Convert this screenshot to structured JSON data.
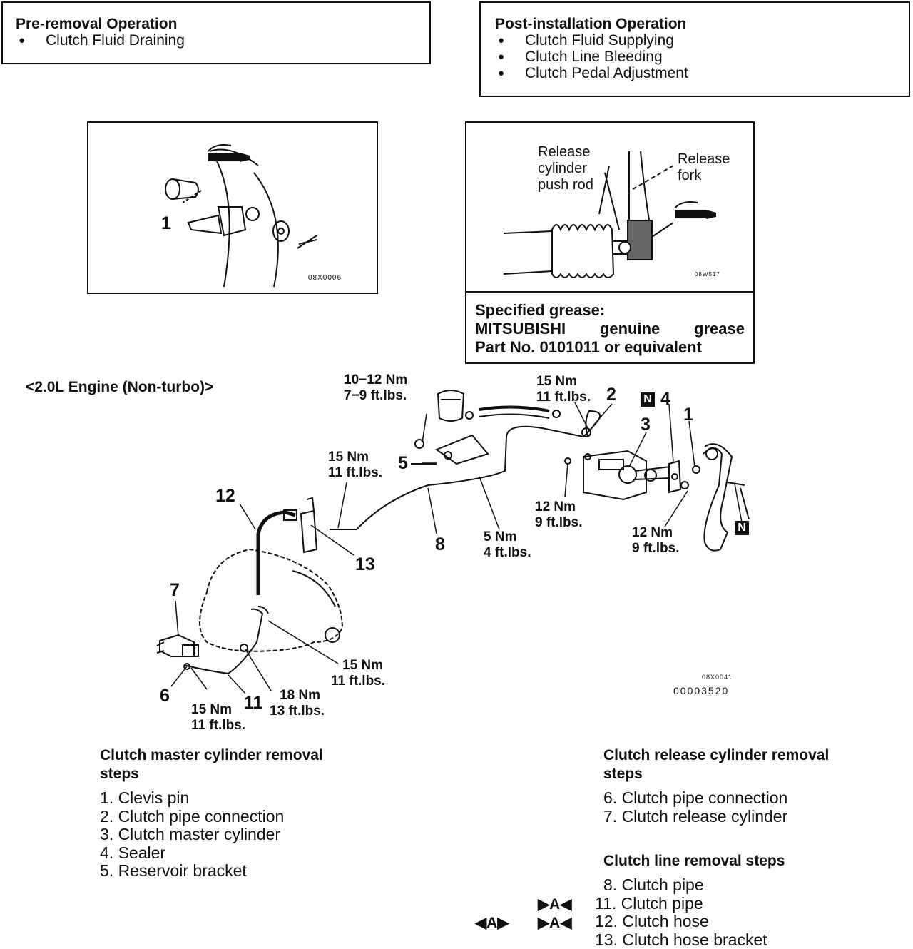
{
  "pre_removal": {
    "title": "Pre-removal Operation",
    "items": [
      "Clutch Fluid Draining"
    ]
  },
  "post_installation": {
    "title": "Post-installation Operation",
    "items": [
      "Clutch Fluid Supplying",
      "Clutch Line Bleeding",
      "Clutch Pedal Adjustment"
    ]
  },
  "fig1": {
    "callout": "1",
    "code": "08X0006"
  },
  "fig2": {
    "label_pushrod": [
      "Release",
      "cylinder",
      "push rod"
    ],
    "label_fork": [
      "Release",
      "fork"
    ],
    "code": "08W517",
    "grease_lines": [
      "Specified grease:",
      "MITSUBISHI genuine grease",
      "Part No. 0101011 or equivalent"
    ]
  },
  "main_diagram": {
    "engine_label": "<2.0L Engine (Non-turbo)>",
    "badge_n": "N",
    "torque": {
      "t_10_12": [
        "10−12 Nm",
        "7−9 ft.lbs."
      ],
      "t_15_top": [
        "15 Nm",
        "11 ft.lbs."
      ],
      "t_15_left": [
        "15 Nm",
        "11 ft.lbs."
      ],
      "t_5": [
        "5 Nm",
        "4 ft.lbs."
      ],
      "t_12_a": [
        "12 Nm",
        "9 ft.lbs."
      ],
      "t_12_b": [
        "12 Nm",
        "9 ft.lbs."
      ],
      "t_15_mid": [
        "15 Nm",
        "11 ft.lbs."
      ],
      "t_18": [
        "18 Nm",
        "13 ft.lbs."
      ],
      "t_15_bottom": [
        "15 Nm",
        "11 ft.lbs."
      ]
    },
    "callouts": {
      "c1": "1",
      "c2": "2",
      "c3": "3",
      "c4": "4",
      "c5": "5",
      "c6": "6",
      "c7": "7",
      "c8": "8",
      "c11": "11",
      "c12": "12",
      "c13": "13"
    },
    "code1": "08X0041",
    "code2": "00003520"
  },
  "master_steps": {
    "title": [
      "Clutch master cylinder removal",
      "steps"
    ],
    "items": [
      "1. Clevis pin",
      "2. Clutch pipe connection",
      "3. Clutch master cylinder",
      "4. Sealer",
      "5. Reservoir bracket"
    ]
  },
  "release_steps": {
    "title": [
      "Clutch release cylinder removal",
      "steps"
    ],
    "items": [
      "6. Clutch pipe connection",
      "7. Clutch release cylinder"
    ]
  },
  "line_steps": {
    "title": "Clutch line removal steps",
    "items": [
      "8. Clutch pipe",
      "11. Clutch pipe",
      "12. Clutch hose",
      "13. Clutch hose bracket"
    ],
    "marker_a": "A"
  }
}
